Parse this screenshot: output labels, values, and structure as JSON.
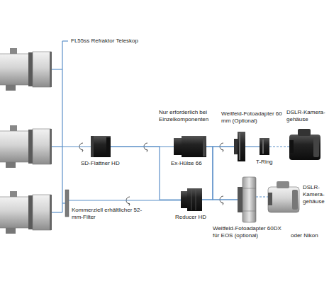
{
  "diagram": {
    "nodes": [
      {
        "text": [
          "FL55ss Refraktor Teleskop"
        ]
      },
      {
        "text": [
          "SD-Flattner HD"
        ]
      },
      {
        "text": [
          "Kommerziell erhältlicher 52-mm-Filter"
        ]
      },
      {
        "text": [
          "Ex-Hülse 66"
        ]
      },
      {
        "text": [
          "Reducer HD"
        ]
      },
      {
        "text": [
          "Weitfeld-Fotoadapter 60 mm (Optional)"
        ]
      },
      {
        "text": [
          "T-Ring"
        ]
      },
      {
        "text": [
          "DSLR-Kamera- gehäuse"
        ]
      },
      {
        "text": [
          "Weitfeld-Fotoadapter 60DX für EOS (optional)"
        ]
      },
      {
        "text": [
          "DSLR- Kamera- gehäuse"
        ]
      }
    ],
    "edges": [
      {
        "from": 0,
        "to": 1,
        "arrow": "none"
      },
      {
        "from": 0,
        "to": 2,
        "arrow": "none"
      },
      {
        "from": 1,
        "to": 3,
        "arrow": "none"
      },
      {
        "from": 1,
        "to": 4,
        "arrow": "none"
      },
      {
        "from": 2,
        "to": 4,
        "arrow": "none"
      },
      {
        "from": 3,
        "to": 5,
        "arrow": "none"
      },
      {
        "from": 3,
        "to": 8,
        "arrow": "none"
      },
      {
        "from": 4,
        "to": 5,
        "arrow": "none"
      },
      {
        "from": 4,
        "to": 8,
        "arrow": "none"
      },
      {
        "from": 5,
        "to": 6,
        "arrow": "none"
      },
      {
        "from": 6,
        "to": 7,
        "arrow": "none"
      },
      {
        "from": 8,
        "to": 9,
        "arrow": "none"
      }
    ],
    "labels": [
      "Nur erforderlich bei Einzelkomponenten",
      "oder Nikon"
    ]
  }
}
